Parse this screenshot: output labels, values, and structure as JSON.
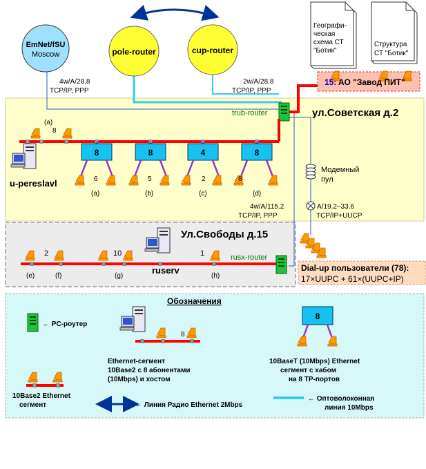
{
  "routers": {
    "emnet": "EmNet/fSU",
    "emnet_city": "Moscow",
    "pole": "pole-router",
    "cup": "cup-router",
    "trub": "trub-router",
    "rusx": "rusx-router"
  },
  "links": {
    "emnet_rate": "4w/A/28.8",
    "emnet_proto": "TCP/IP, PPP",
    "cup_rate": "2w/A/28.8",
    "cup_proto": "TCP/IP, PPP",
    "rusx_rate": "4w/A/115.2",
    "rusx_proto": "TCP/IP, PPP",
    "modem_rate": "A/19.2–33.6",
    "modem_proto": "TCP/IP+UUCP"
  },
  "docs": {
    "geo_1": "Географи-",
    "geo_2": "ческая",
    "geo_3": "схема СТ",
    "geo_4": "\"Ботик\"",
    "struct_1": "Структура",
    "struct_2": "СТ \"Ботик\""
  },
  "zavod": {
    "num": "15:",
    "name": "АО \"Завод ПИТ\""
  },
  "sovetskaya": {
    "title": "ул.Советская д.2",
    "host": "u-pereslavl",
    "seg_a_label": "(a)",
    "seg_a_count": "8",
    "hubs": [
      {
        "ports": "8",
        "users": "6",
        "label": "(a)"
      },
      {
        "ports": "8",
        "users": "5",
        "label": "(b)"
      },
      {
        "ports": "4",
        "users": "2",
        "label": "(c)"
      },
      {
        "ports": "8",
        "users": "8",
        "label": "(d)"
      }
    ],
    "modem_pool_1": "Модемный",
    "modem_pool_2": "пул"
  },
  "svobody": {
    "title": "Ул.Свободы д.15",
    "host": "ruserv",
    "counts": [
      "2",
      "10",
      "1"
    ],
    "labels": [
      "(e)",
      "(f)",
      "(g)",
      "(h)"
    ]
  },
  "dialup": {
    "line1": "Dial-up пользователи (78):",
    "line2": "17×UUPC + 61×(UUPC+IP)"
  },
  "legend": {
    "title": "Обозначения",
    "pc_router": "← PC-роутер",
    "eth_seg_1": "Ethernet-сегмент",
    "eth_seg_2": "10Base2  с 8 абонентами",
    "eth_seg_3": "(10Mbps) и хостом",
    "eth_seg_count": "8",
    "base2_1": "10Base2 Ethernet",
    "base2_2": "сегмент",
    "radio": "← Линия Радио Ethernet 2Mbps",
    "hub_ports": "8",
    "hub_1": "10BaseT (10Mbps) Ethernet",
    "hub_2": "сегмент  с хабом",
    "hub_3": "на 8 TP-портов",
    "fiber_1": "← Оптоволоконная",
    "fiber_2": "линия 10Mbps"
  },
  "colors": {
    "router_fill": "#ffff33",
    "emnet_fill": "#9fe0ff",
    "zone_fill": "#ffffcc",
    "zone2_fill": "#ececec",
    "legend_fill": "#d6f8f8",
    "segment": "#ff0000",
    "hub_fill": "#16c3f0",
    "hub_link": "#9933cc",
    "fiber": "#33ccf0",
    "radio": "#003399",
    "pc_router": "#20c040",
    "zavod_fill": "#ffc0b0",
    "dialup_fill": "#ffdcc0",
    "user": "#ff9900"
  },
  "icons": [
    "pc-router-icon",
    "user-terminal-icon",
    "host-computer-icon",
    "hub-icon",
    "document-icon",
    "modem-pool-icon",
    "modem-cross-icon",
    "radio-arrow-icon"
  ]
}
